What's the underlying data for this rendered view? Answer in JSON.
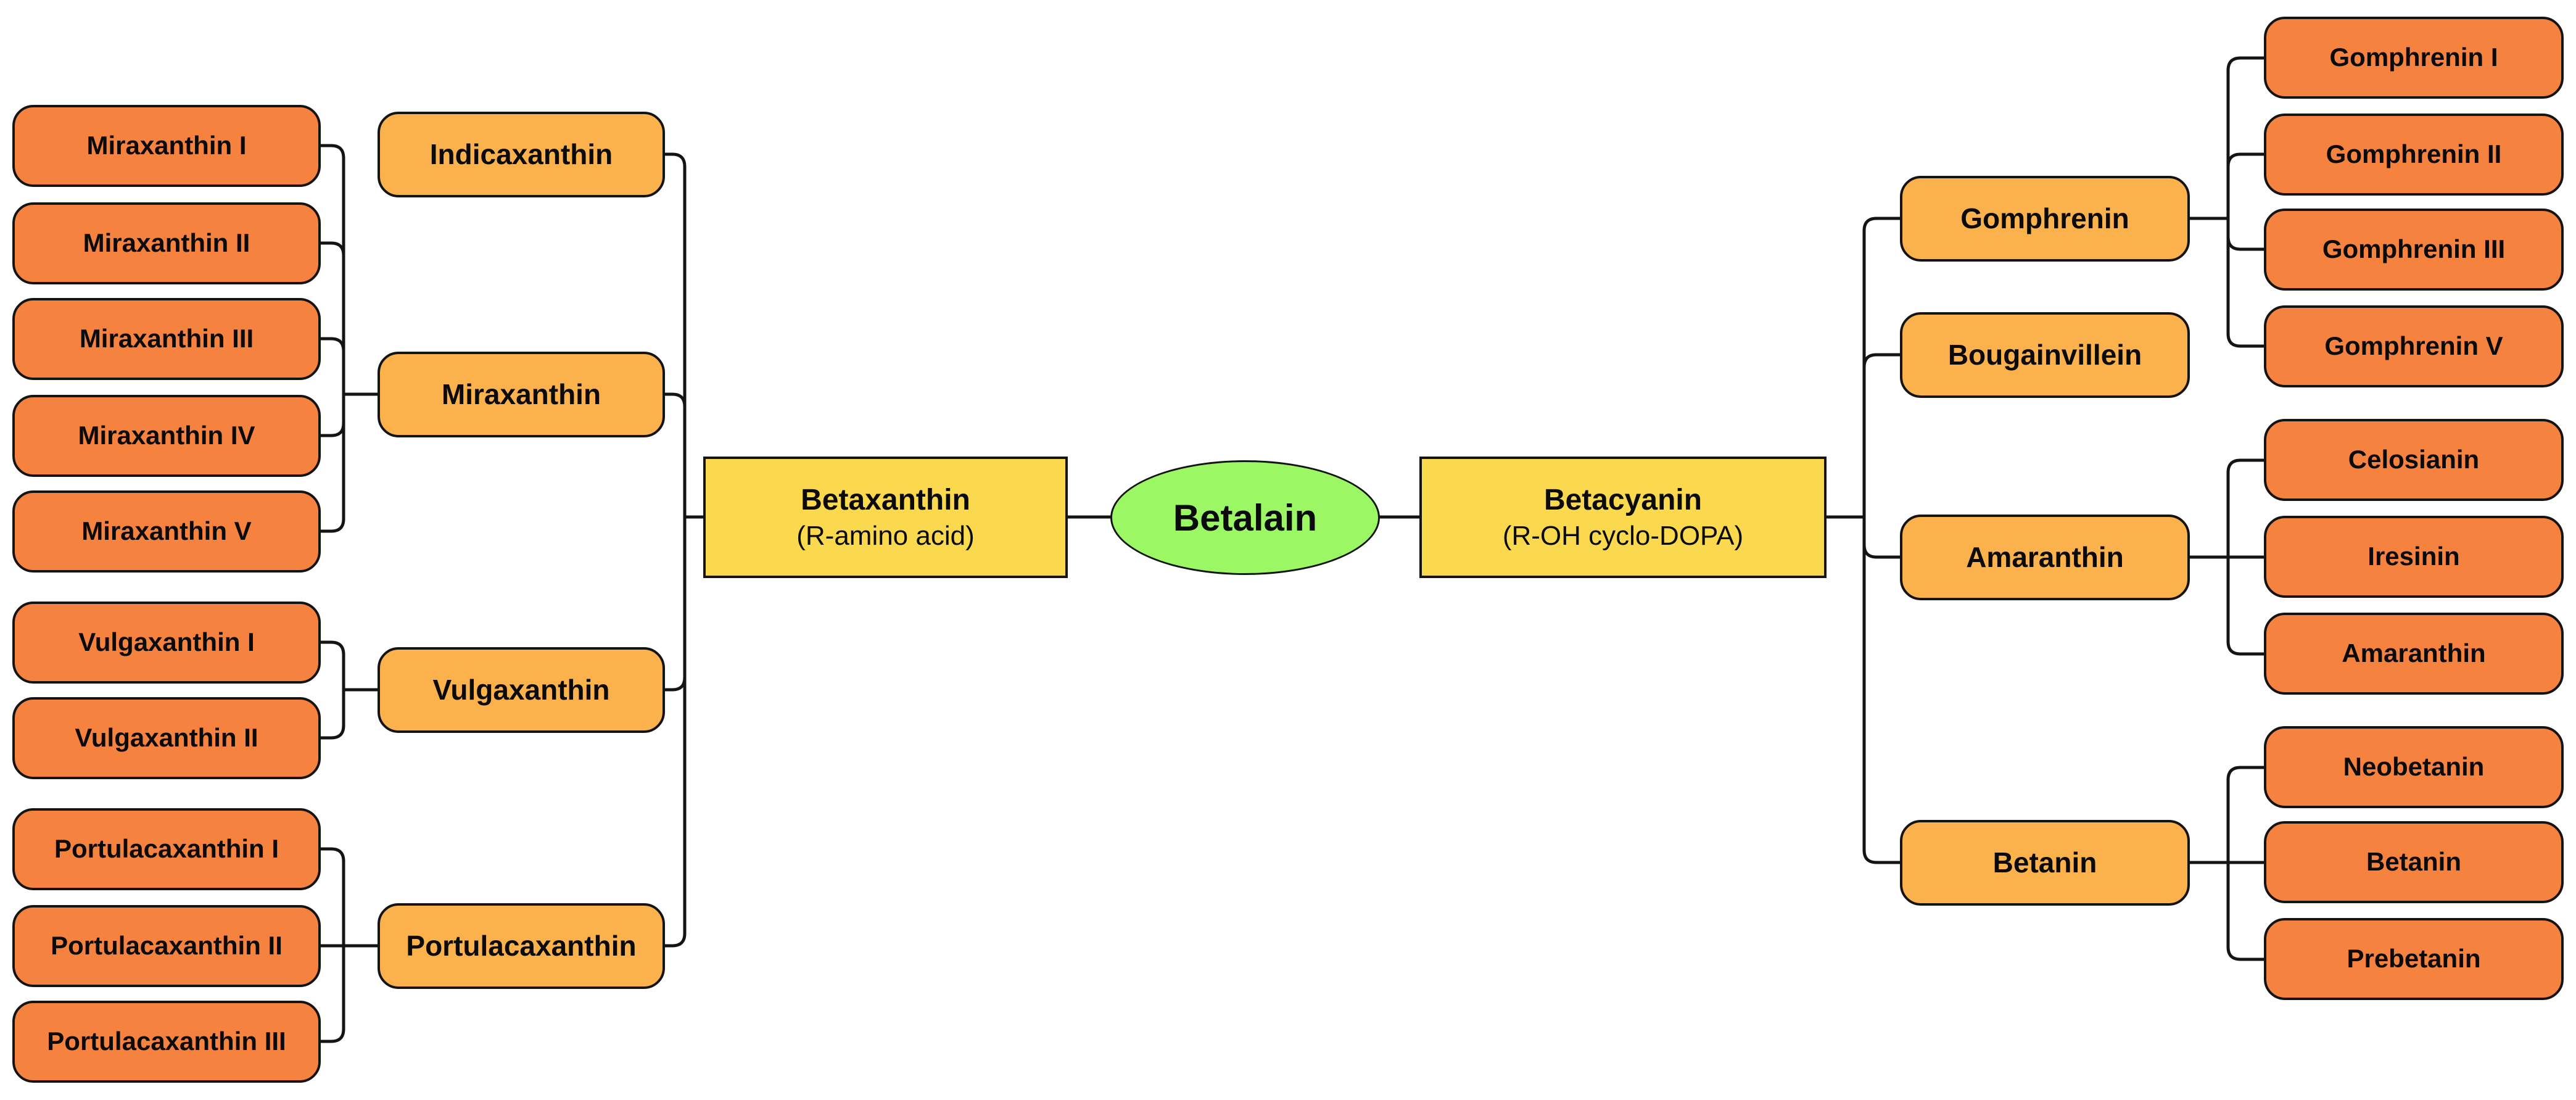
{
  "diagram": {
    "root": {
      "label": "Betalain"
    },
    "left": {
      "label": "Betaxanthin",
      "sublabel": "(R-amino acid)",
      "children": [
        {
          "label": "Indicaxanthin",
          "leaves": []
        },
        {
          "label": "Miraxanthin",
          "leaves": [
            "Miraxanthin I",
            "Miraxanthin II",
            "Miraxanthin III",
            "Miraxanthin IV",
            "Miraxanthin V"
          ]
        },
        {
          "label": "Vulgaxanthin",
          "leaves": [
            "Vulgaxanthin I",
            "Vulgaxanthin II"
          ]
        },
        {
          "label": "Portulacaxanthin",
          "leaves": [
            "Portulacaxanthin I",
            "Portulacaxanthin II",
            "Portulacaxanthin III"
          ]
        }
      ]
    },
    "right": {
      "label": "Betacyanin",
      "sublabel": "(R-OH cyclo-DOPA)",
      "children": [
        {
          "label": "Gomphrenin",
          "leaves": [
            "Gomphrenin I",
            "Gomphrenin II",
            "Gomphrenin III",
            "Gomphrenin V"
          ]
        },
        {
          "label": "Bougainvillein",
          "leaves": []
        },
        {
          "label": "Amaranthin",
          "leaves": [
            "Celosianin",
            "Iresinin",
            "Amaranthin"
          ]
        },
        {
          "label": "Betanin",
          "leaves": [
            "Neobetanin",
            "Betanin",
            "Prebetanin"
          ]
        }
      ]
    },
    "colors": {
      "root_fill": "#9BF763",
      "branch_fill": "#FBD94E",
      "mid_fill": "#FBB24C",
      "leaf_fill": "#F6823F",
      "stroke": "#141414",
      "background": "#FFFFFF"
    }
  }
}
